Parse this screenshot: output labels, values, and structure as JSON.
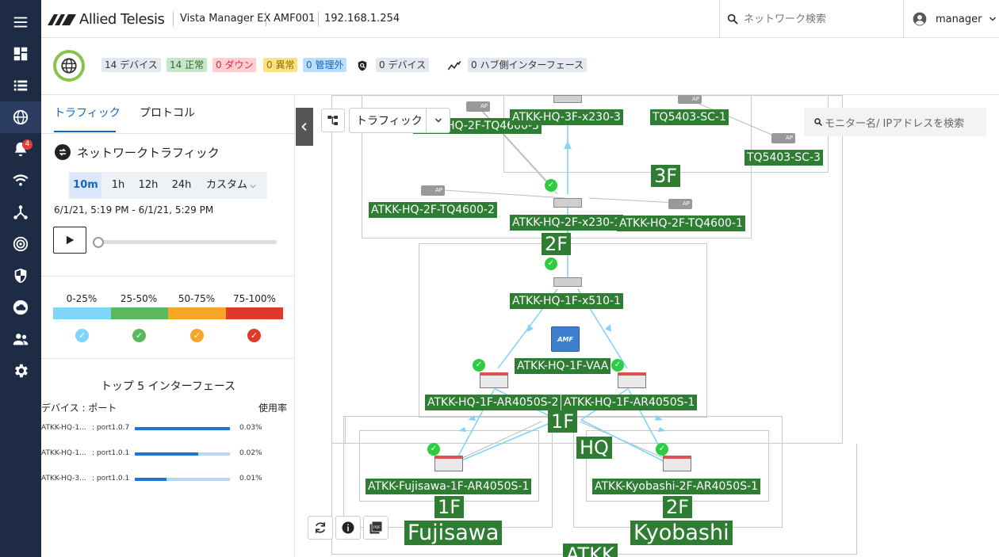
{
  "nav": {
    "alert_badge": "4"
  },
  "header": {
    "brand": "Allied Telesis",
    "product": "Vista Manager EX",
    "area": "AMF001",
    "ip": "192.168.1.254",
    "search_placeholder": "ネットワーク検索",
    "user": "manager"
  },
  "status": {
    "devices": "14 デバイス",
    "normal": "14 正常",
    "down": "0 ダウン",
    "abnormal": "0 異常",
    "unmanaged": "0 管理外",
    "security_devices": "0 デバイス",
    "hub_if": "0 ハブ側インターフェース"
  },
  "panel": {
    "tabs": [
      "トラフィック",
      "プロトコル"
    ],
    "section_title": "ネットワークトラフィック",
    "ranges": [
      "10m",
      "1h",
      "12h",
      "24h",
      "カスタム"
    ],
    "time_range": "6/1/21, 5:19 PM - 6/1/21, 5:29 PM",
    "legend": [
      {
        "label": "0-25%",
        "color": "#81d4fa"
      },
      {
        "label": "25-50%",
        "color": "#5cb85c"
      },
      {
        "label": "50-75%",
        "color": "#f5a623"
      },
      {
        "label": "75-100%",
        "color": "#e0392b"
      }
    ],
    "top5": {
      "title": "トップ 5 インターフェース",
      "col_device": "デバイス : ポート",
      "col_usage": "使用率",
      "rows": [
        {
          "dev": "ATKK-HQ-1...",
          "port": ": port1.0.7",
          "usage": "0.03%",
          "fill": 1.0
        },
        {
          "dev": "ATKK-HQ-1...",
          "port": ": port1.0.1",
          "usage": "0.02%",
          "fill": 0.67
        },
        {
          "dev": "ATKK-HQ-3...",
          "port": ": port1.0.1",
          "usage": "0.01%",
          "fill": 0.33
        }
      ]
    }
  },
  "map": {
    "view_select": "トラフィック",
    "search_placeholder": "モニター名/ IPアドレスを検索",
    "nodes": {
      "hq2f_tq4600_3": "ATKK-HQ-2F-TQ4600-3",
      "hq3f_x230_3": "ATKK-HQ-3F-x230-3",
      "tq5403_sc1": "TQ5403-SC-1",
      "tq5403_sc3": "TQ5403-SC-3",
      "hq2f_tq4600_2": "ATKK-HQ-2F-TQ4600-2",
      "hq2f_x230_1": "ATKK-HQ-2F-x230-1",
      "hq2f_tq4600_1": "ATKK-HQ-2F-TQ4600-1",
      "hq1f_x510_1": "ATKK-HQ-1F-x510-1",
      "hq1f_vaa": "ATKK-HQ-1F-VAA",
      "hq1f_ar_2": "ATKK-HQ-1F-AR4050S-2",
      "hq1f_ar_1": "ATKK-HQ-1F-AR4050S-1",
      "fujisawa_ar": "ATKK-Fujisawa-1F-AR4050S-1",
      "kyobashi_ar": "ATKK-Kyobashi-2F-AR4050S-1"
    },
    "groups": {
      "f3": "3F",
      "f2": "2F",
      "f1": "1F",
      "hq": "HQ",
      "fuji_floor": "1F",
      "fujisawa": "Fujisawa",
      "kyo_floor": "2F",
      "kyobashi": "Kyobashi",
      "atkk": "ATKK"
    },
    "ap_tag": "AP",
    "amf_tag": "AMF"
  }
}
